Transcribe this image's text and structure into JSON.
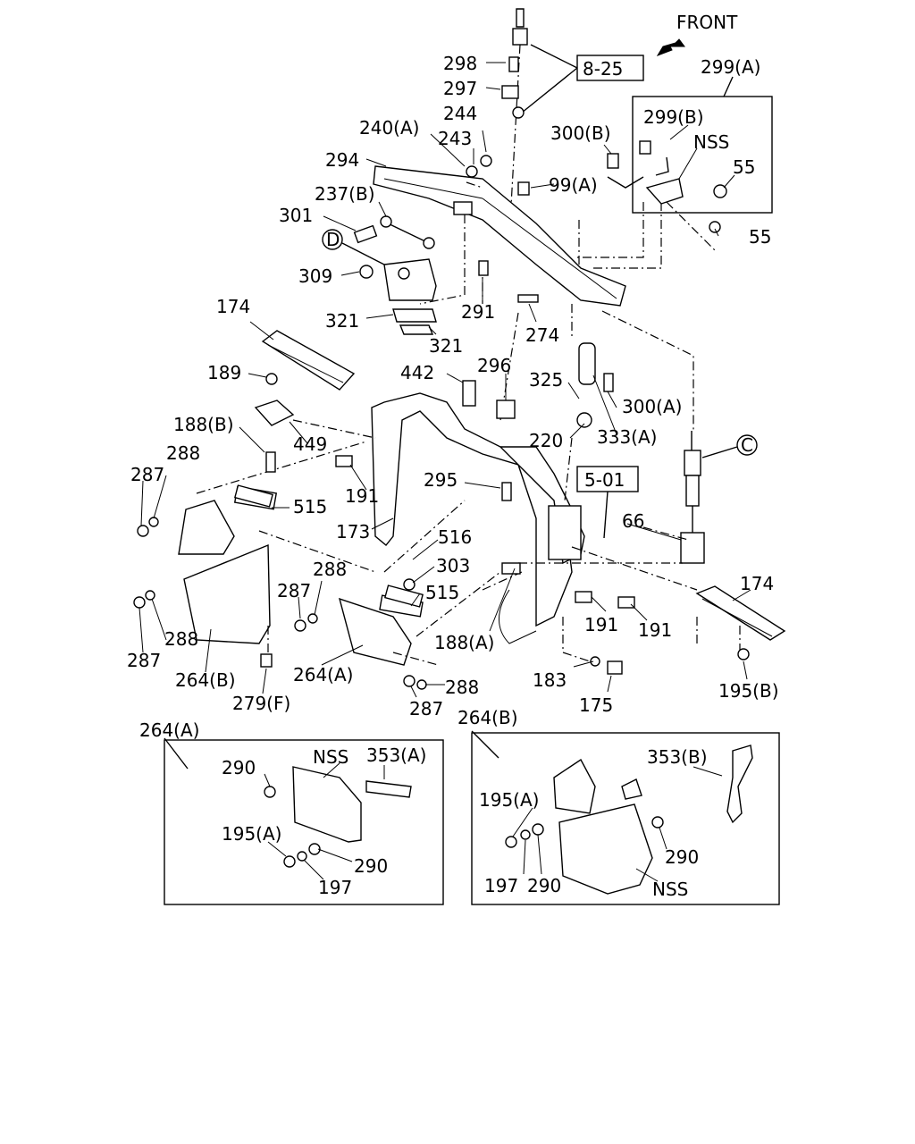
{
  "front_label": "FRONT",
  "callouts": [
    {
      "id": "ref-8-25",
      "text": "8-25"
    },
    {
      "id": "ref-5-01",
      "text": "5-01"
    }
  ],
  "circle_markers": [
    "D",
    "C"
  ],
  "inset_titles": {
    "inset_299a": "299(A)",
    "inset_264a": "264(A)",
    "inset_264b": "264(B)"
  },
  "labels": {
    "l298": "298",
    "l297": "297",
    "l244": "244",
    "l243": "243",
    "l240a": "240(A)",
    "l294": "294",
    "l237b": "237(B)",
    "l301": "301",
    "l309": "309",
    "l321a": "321",
    "l321b": "321",
    "l291": "291",
    "l274": "274",
    "l300b": "300(B)",
    "l99a": "99(A)",
    "l299b": "299(B)",
    "lnss1": "NSS",
    "l55a": "55",
    "l55b": "55",
    "l174a": "174",
    "l189": "189",
    "l188b": "188(B)",
    "l449": "449",
    "l442": "442",
    "l296": "296",
    "l325": "325",
    "l300a": "300(A)",
    "l220": "220",
    "l333a": "333(A)",
    "l288a": "288",
    "l287a": "287",
    "l191a": "191",
    "l295": "295",
    "l515a": "515",
    "l173": "173",
    "l516": "516",
    "l303": "303",
    "l515b": "515",
    "l288b": "288",
    "l287b": "287",
    "l288c": "288",
    "l287c": "287",
    "l264b": "264(B)",
    "l279f": "279(F)",
    "l264a": "264(A)",
    "l288d": "288",
    "l287d": "287",
    "l188a": "188(A)",
    "l191b": "191",
    "l191c": "191",
    "l66": "66",
    "l174b": "174",
    "l183": "183",
    "l175": "175",
    "l195b": "195(B)",
    "i290a": "290",
    "inss2": "NSS",
    "i353a": "353(A)",
    "i195a": "195(A)",
    "i290b": "290",
    "i197a": "197",
    "i353b": "353(B)",
    "i195a2": "195(A)",
    "i290c": "290",
    "i197b": "197",
    "i290d": "290",
    "inss3": "NSS"
  }
}
